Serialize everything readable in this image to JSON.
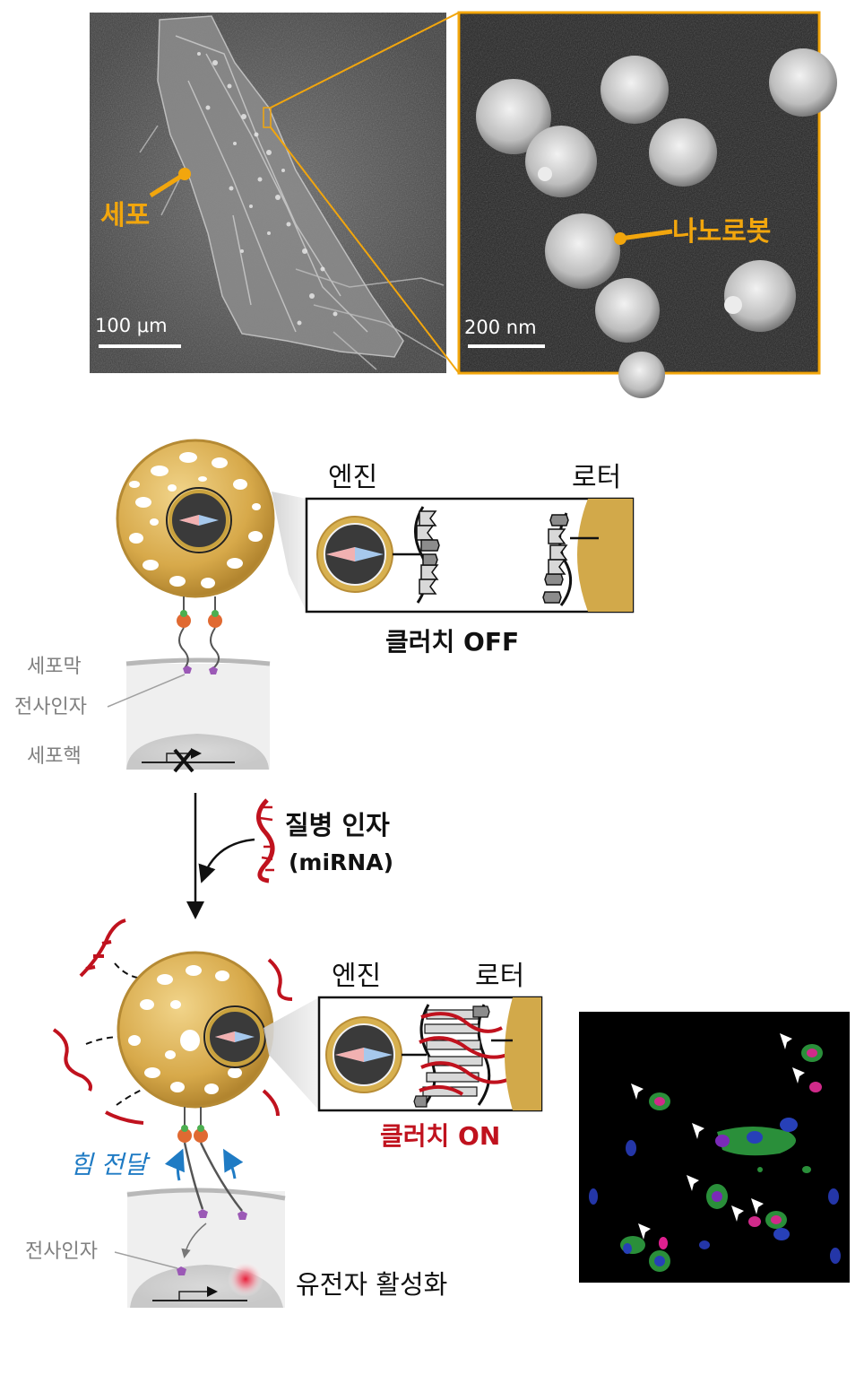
{
  "micrographs": {
    "cell_label": "세포",
    "cell_scale": "100 μm",
    "robot_label": "나노로봇",
    "robot_scale": "200 nm"
  },
  "off_state": {
    "engine_label": "엔진",
    "rotor_label": "로터",
    "clutch_label": "클러치 OFF",
    "membrane_label": "세포막",
    "tf_label": "전사인자",
    "nucleus_label": "세포핵"
  },
  "trigger": {
    "disease_label": "질병 인자",
    "mirna_label": "(miRNA)"
  },
  "on_state": {
    "engine_label": "엔진",
    "rotor_label": "로터",
    "clutch_label": "클러치 ON",
    "force_label": "힘 전달",
    "tf_label": "전사인자",
    "gene_label": "유전자 활성화"
  },
  "colors": {
    "accent_orange": "#f2a60d",
    "gold": "#d9b24e",
    "red": "#c0121e",
    "blue": "#1f7bc4",
    "gray_text": "#808080"
  }
}
